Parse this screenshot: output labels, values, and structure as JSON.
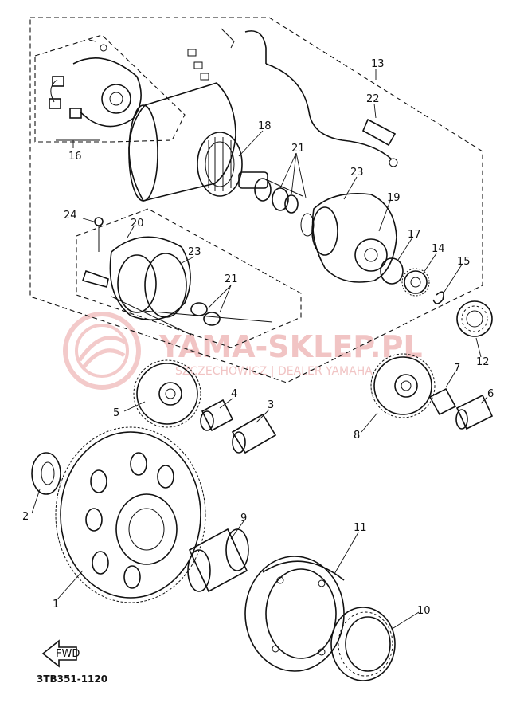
{
  "watermark": {
    "brand": "YAMA-SKLEP.PL",
    "subline": "SZCZECHOWICZ | DEALER YAMAHA"
  },
  "fwd_label": "FWD",
  "drawing_code": "3TB351-1120",
  "callouts": [
    {
      "id": "c1",
      "label": "1"
    },
    {
      "id": "c2",
      "label": "2"
    },
    {
      "id": "c3",
      "label": "3"
    },
    {
      "id": "c4",
      "label": "4"
    },
    {
      "id": "c5",
      "label": "5"
    },
    {
      "id": "c6",
      "label": "6"
    },
    {
      "id": "c7",
      "label": "7"
    },
    {
      "id": "c8",
      "label": "8"
    },
    {
      "id": "c9",
      "label": "9"
    },
    {
      "id": "c10",
      "label": "10"
    },
    {
      "id": "c11",
      "label": "11"
    },
    {
      "id": "c12",
      "label": "12"
    },
    {
      "id": "c13",
      "label": "13"
    },
    {
      "id": "c14",
      "label": "14"
    },
    {
      "id": "c15",
      "label": "15"
    },
    {
      "id": "c16",
      "label": "16"
    },
    {
      "id": "c17",
      "label": "17"
    },
    {
      "id": "c18",
      "label": "18"
    },
    {
      "id": "c19",
      "label": "19"
    },
    {
      "id": "c20",
      "label": "20"
    },
    {
      "id": "c21a",
      "label": "21"
    },
    {
      "id": "c21b",
      "label": "21"
    },
    {
      "id": "c22",
      "label": "22"
    },
    {
      "id": "c23a",
      "label": "23"
    },
    {
      "id": "c23b",
      "label": "23"
    },
    {
      "id": "c24",
      "label": "24"
    }
  ]
}
